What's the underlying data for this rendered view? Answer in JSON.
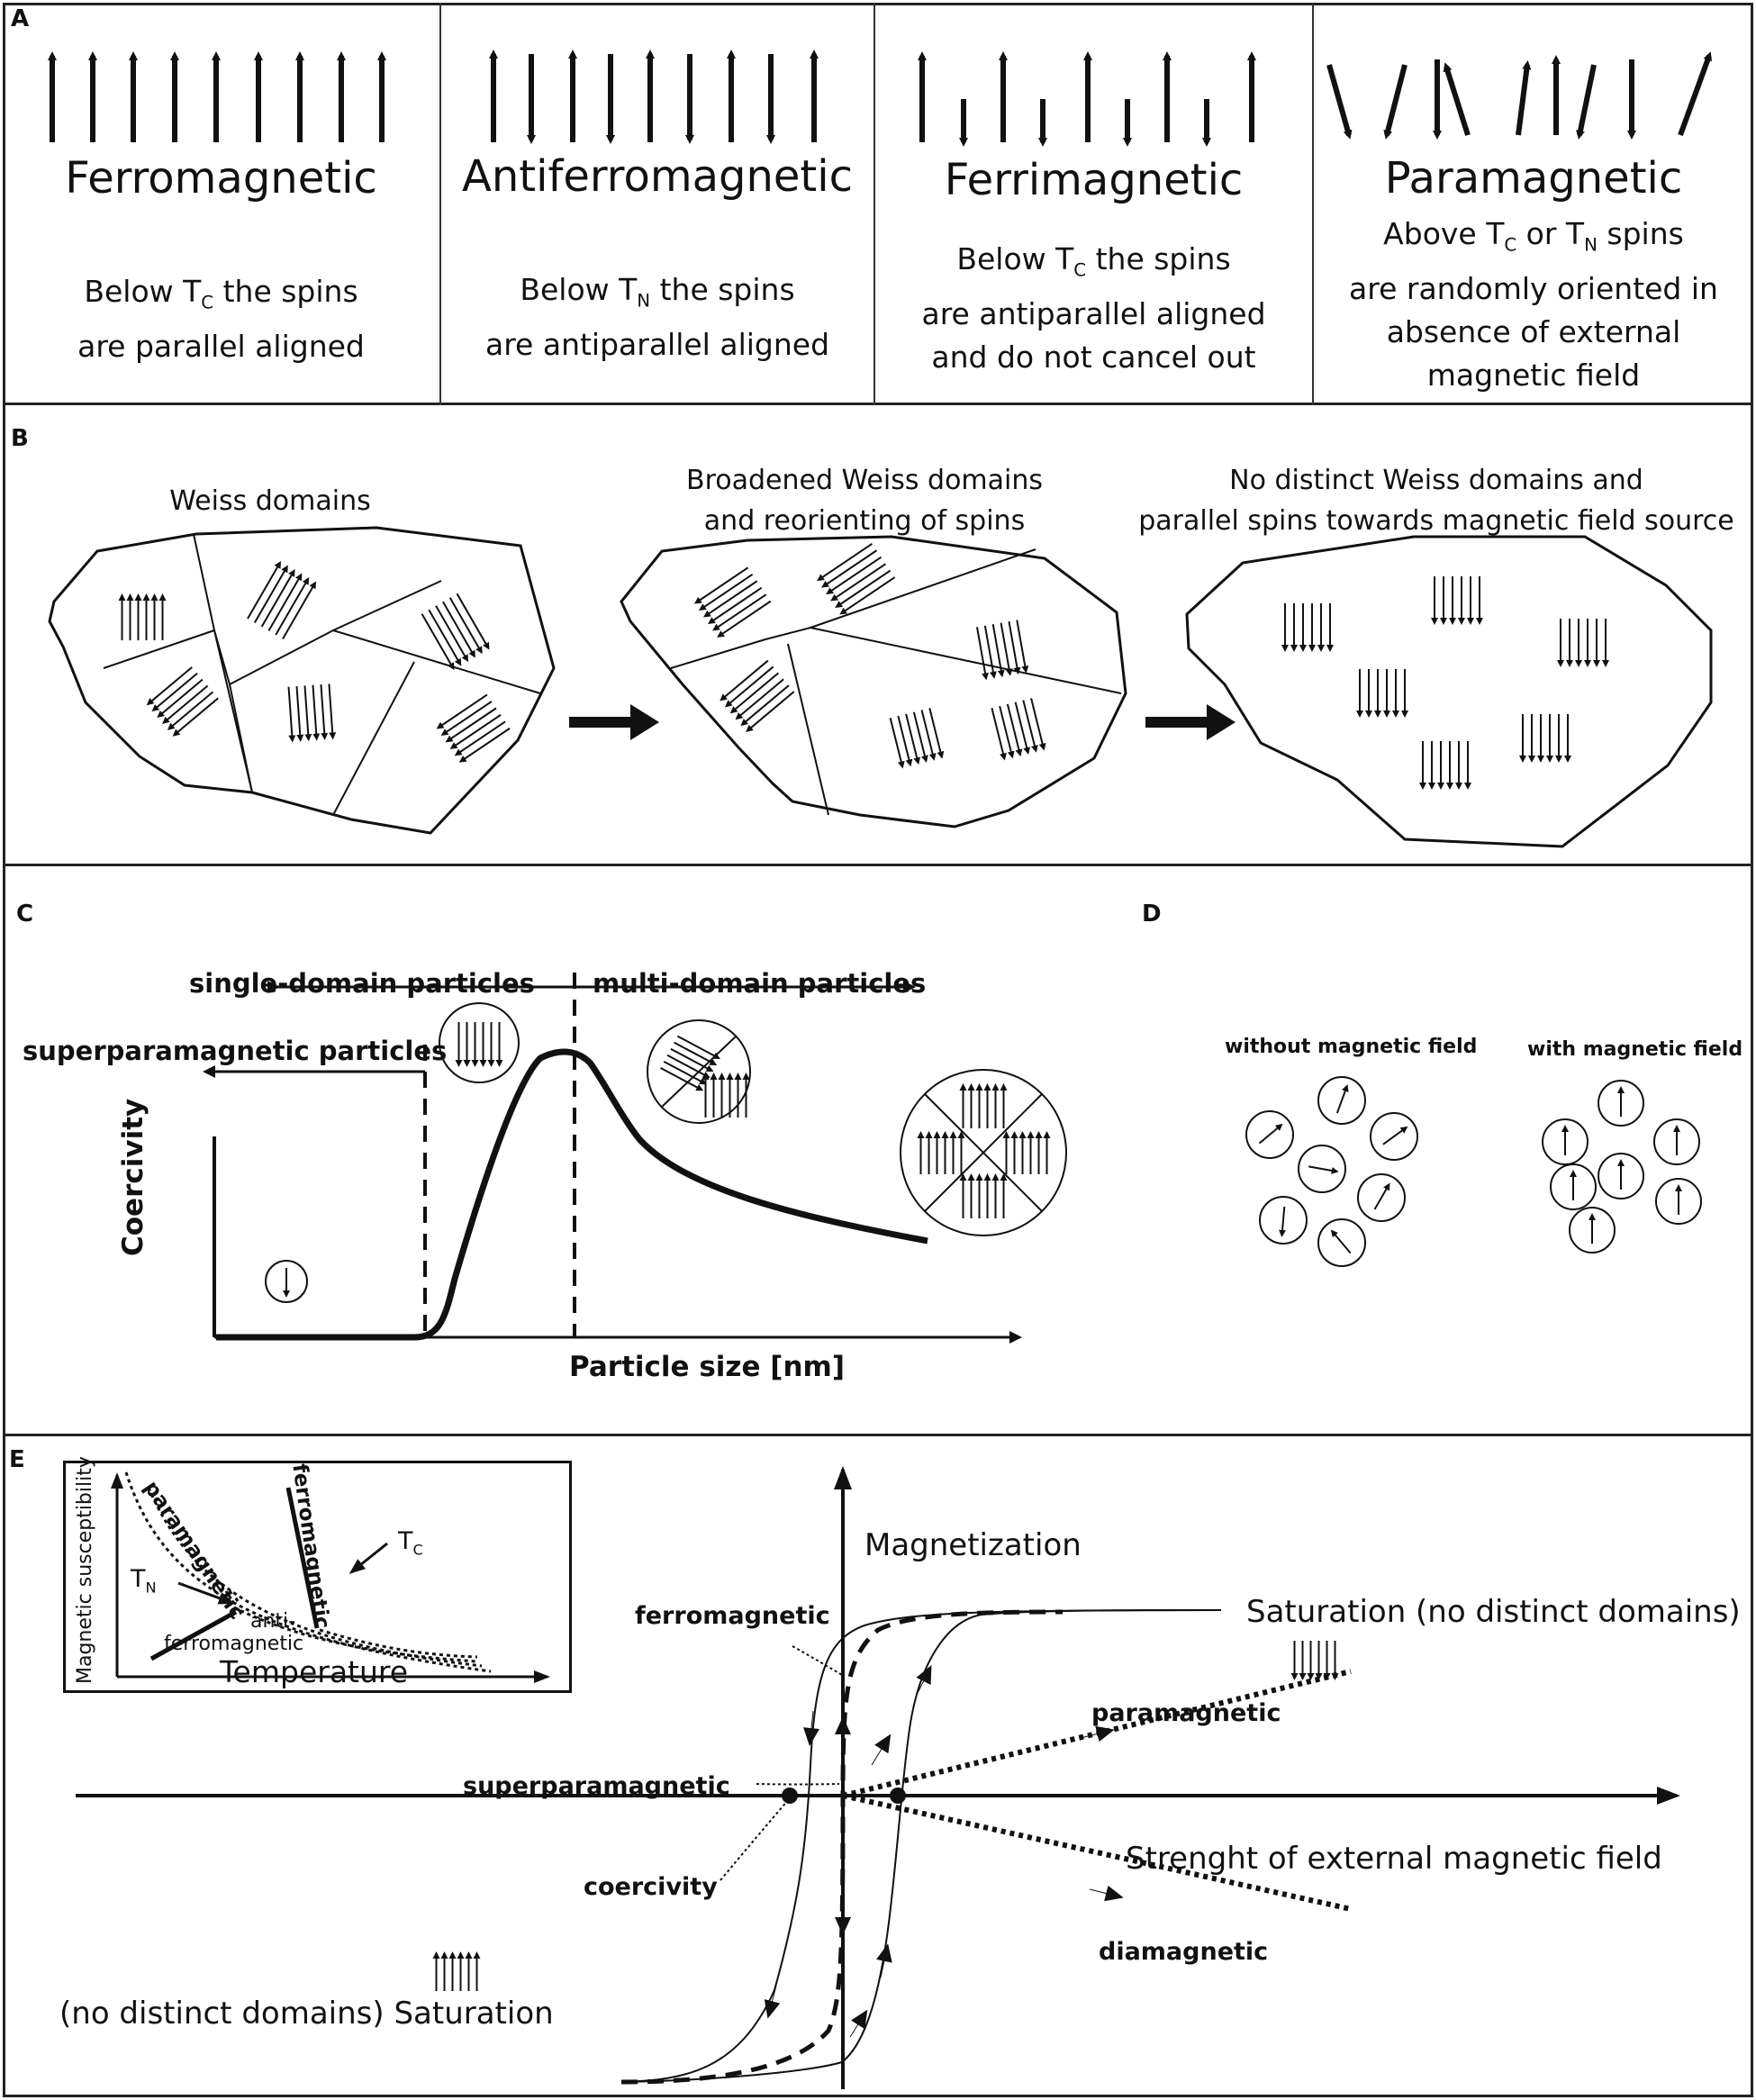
{
  "panels": {
    "a": {
      "letter": "A",
      "cells": [
        {
          "title": "Ferromagnetic",
          "desc_pre": "Below T",
          "desc_sub": "C",
          "desc_post": " the spins",
          "desc_line2": "are parallel aligned"
        },
        {
          "title": "Antiferromagnetic",
          "desc_pre": "Below T",
          "desc_sub": "N",
          "desc_post": " the spins",
          "desc_line2": "are antiparallel aligned"
        },
        {
          "title": "Ferrimagnetic",
          "desc_pre": "Below T",
          "desc_sub": "C",
          "desc_post": " the spins",
          "desc_line2": "are antiparallel aligned",
          "desc_line3": "and do not cancel out"
        },
        {
          "title": "Paramagnetic",
          "desc_pre": "Above T",
          "desc_sub": "C",
          "desc_mid": " or T",
          "desc_sub2": "N",
          "desc_post": "  spins",
          "desc_line2": "are randomly oriented in",
          "desc_line3": "absence of external",
          "desc_line4": "magnetic field"
        }
      ]
    },
    "b": {
      "letter": "B",
      "captions": [
        {
          "lines": [
            "Weiss domains"
          ]
        },
        {
          "lines": [
            "Broadened Weiss domains",
            "and reorienting of spins"
          ]
        },
        {
          "lines": [
            "No distinct Weiss domains and",
            "parallel spins towards magnetic field source"
          ]
        }
      ]
    },
    "c": {
      "letter": "C",
      "single_domain": "single-domain particles",
      "multi_domain": "multi-domain particles",
      "superparamagnetic": "superparamagnetic particles",
      "ylabel": "Coercivity",
      "xlabel": "Particle size [nm]"
    },
    "d": {
      "letter": "D",
      "without": "without magnetic field",
      "with": "with magnetic field"
    },
    "e": {
      "letter": "E",
      "y_axis": "Magnetization",
      "x_axis": "Strenght of external magnetic field",
      "saturation_top": "Saturation (no distinct domains)",
      "saturation_bottom": "(no distinct domains) Saturation",
      "ferromagnetic": "ferromagnetic",
      "paramagnetic": "paramagnetic",
      "superparamagnetic": "superparamagnetic",
      "coercivity": "coercivity",
      "diamagnetic": "diamagnetic",
      "inset": {
        "ylabel": "Magnetic susceptibility",
        "xlabel": "Temperature",
        "paramagnetic": "paramagnetic",
        "ferromagnetic": "ferromagnetic",
        "anti": "anti-",
        "ferro": "ferromagnetic",
        "tn_base": "T",
        "tn_sub": "N",
        "tc_base": "T",
        "tc_sub": "C"
      }
    }
  }
}
